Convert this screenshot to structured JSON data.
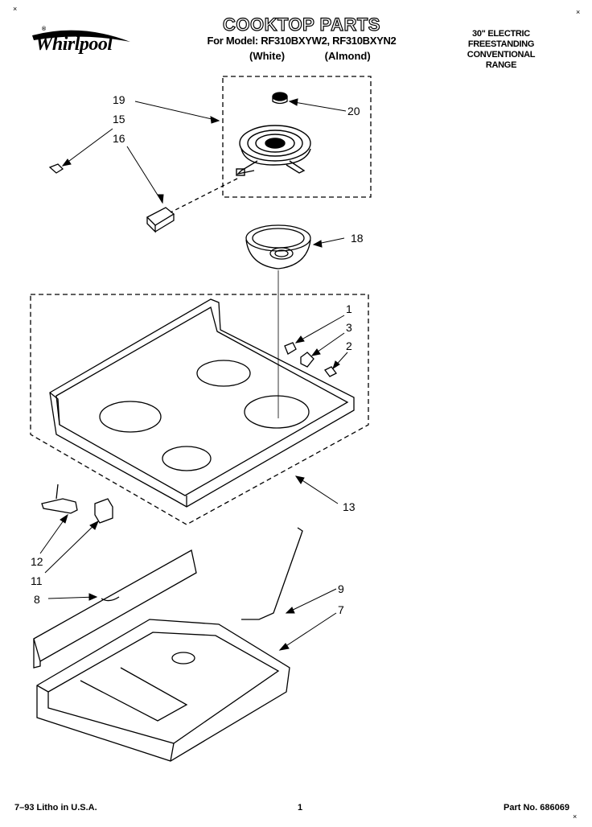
{
  "brand": {
    "name": "Whirlpool",
    "reg_mark": "®"
  },
  "header": {
    "title": "COOKTOP PARTS",
    "models": "For Model: RF310BXYW2, RF310BXYN2",
    "color_white": "(White)",
    "color_almond": "(Almond)",
    "description": [
      "30\" ELECTRIC",
      "FREESTANDING",
      "CONVENTIONAL",
      "RANGE"
    ]
  },
  "callouts": [
    "19",
    "15",
    "16",
    "20",
    "18",
    "1",
    "3",
    "2",
    "13",
    "12",
    "11",
    "8",
    "9",
    "7"
  ],
  "footer": {
    "litho": "7–93 Litho in U.S.A.",
    "page": "1",
    "part_no": "Part No. 686069"
  },
  "corner_marks": [
    "×",
    "×",
    "×"
  ]
}
